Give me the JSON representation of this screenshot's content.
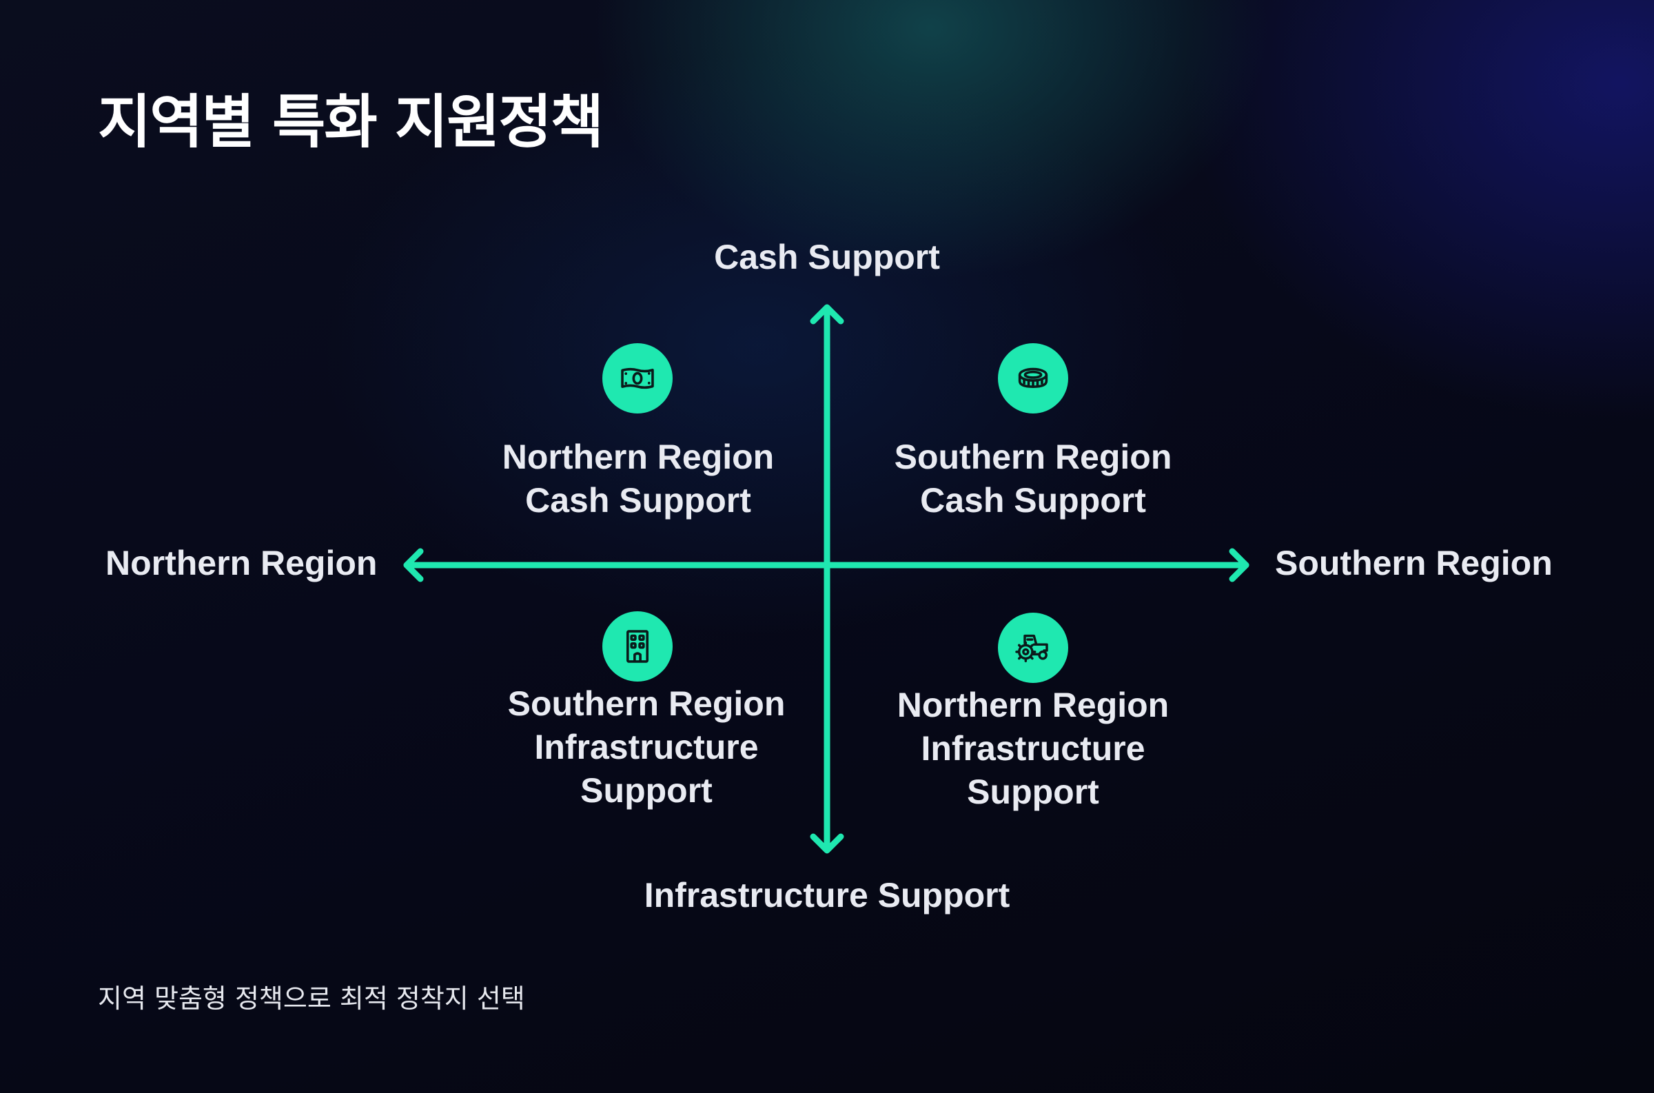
{
  "title": "지역별 특화 지원정책",
  "footnote": "지역 맞춤형 정책으로 최적 정착지 선택",
  "colors": {
    "accent": "#1fe8b0",
    "text": "#e9ebf2",
    "background": "#07091a"
  },
  "axes": {
    "top": "Cash Support",
    "bottom": "Infrastructure Support",
    "left": "Northern Region",
    "right": "Southern Region"
  },
  "quadrants": {
    "top_left": {
      "line1": "Northern Region",
      "line2": "Cash Support",
      "icon": "banknote-icon"
    },
    "top_right": {
      "line1": "Southern Region",
      "line2": "Cash Support",
      "icon": "coin-icon"
    },
    "bottom_left": {
      "line1": "Southern Region",
      "line2": "Infrastructure",
      "line3": "Support",
      "icon": "building-icon"
    },
    "bottom_right": {
      "line1": "Northern Region",
      "line2": "Infrastructure",
      "line3": "Support",
      "icon": "tractor-icon"
    }
  }
}
